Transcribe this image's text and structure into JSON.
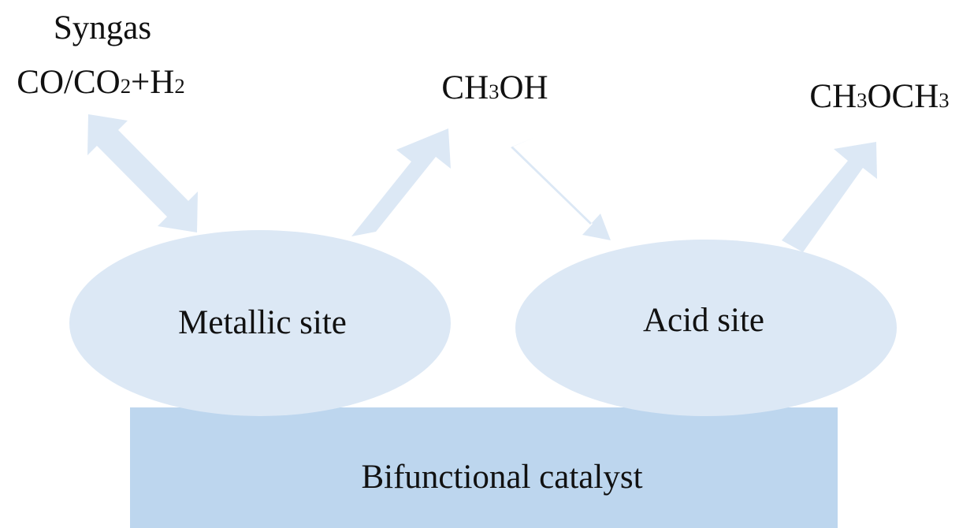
{
  "labels": {
    "syngas_title": "Syngas",
    "syngas_formula": [
      "CO/CO",
      "2",
      "+H",
      "2"
    ],
    "methanol": [
      "CH",
      "3",
      "OH"
    ],
    "dme": [
      "CH",
      "3",
      "OCH",
      "3"
    ],
    "metallic_site": "Metallic site",
    "acid_site": "Acid site",
    "catalyst": "Bifunctional catalyst"
  },
  "colors": {
    "ellipse_fill": "#dce8f5",
    "arrow_fill": "#dce8f5",
    "catalyst_fill": "#bdd6ee",
    "text": "#111111"
  }
}
